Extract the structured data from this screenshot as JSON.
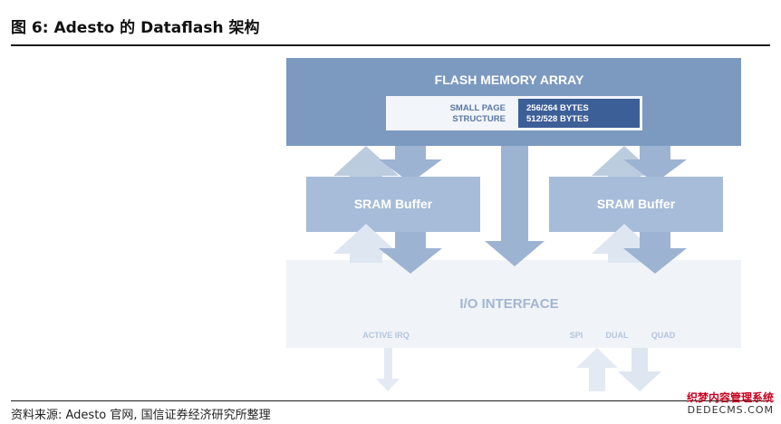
{
  "figure": {
    "title": "图 6:  Adesto 的 Dataflash 架构",
    "source": "资料来源: Adesto 官网, 国信证券经济研究所整理"
  },
  "diagram": {
    "flash_array_label": "FLASH MEMORY ARRAY",
    "small_page_label_line1": "SMALL PAGE",
    "small_page_label_line2": "STRUCTURE",
    "bytes_line1": "256/264 BYTES",
    "bytes_line2": "512/528 BYTES",
    "sram_left_label": "SRAM Buffer",
    "sram_right_label": "SRAM Buffer",
    "io_label": "I/O INTERFACE",
    "io_pins": {
      "active_irq": "ACTIVE IRQ",
      "spi": "SPI",
      "dual": "DUAL",
      "quad": "QUAD"
    },
    "colors": {
      "flash_block": "#7c99c0",
      "sram_block": "#a6bcd8",
      "io_block": "#f0f3f8",
      "bytes_box": "#3d5f98",
      "arrow": "#9db3d2"
    }
  },
  "watermark": {
    "line1": "织梦内容管理系统",
    "line2": "DEDECMS.COM"
  }
}
